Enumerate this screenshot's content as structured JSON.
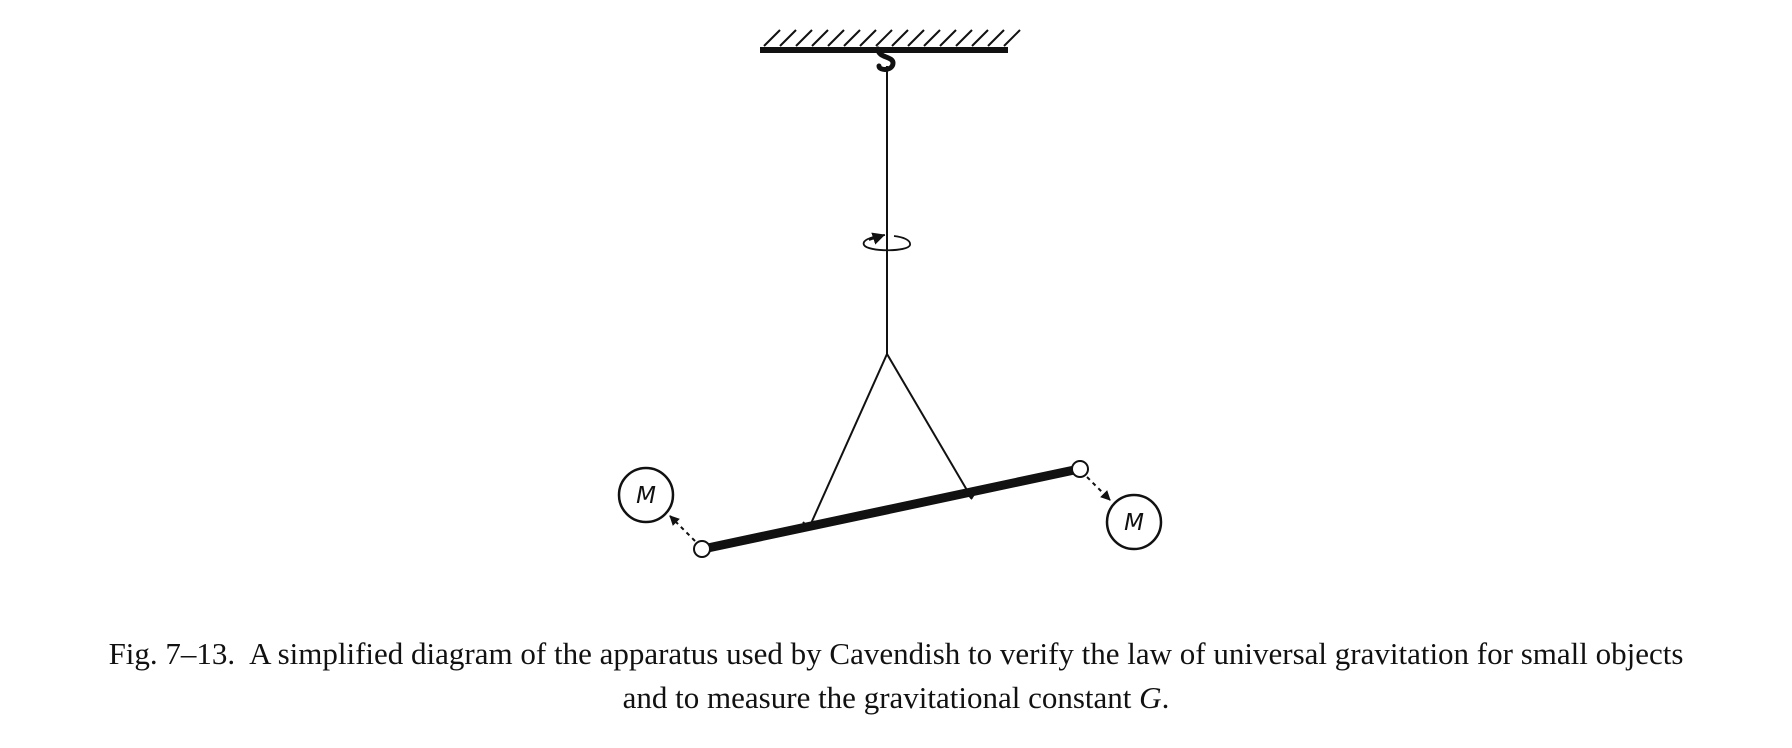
{
  "figure": {
    "mass_left_label": "M",
    "mass_right_label": "M",
    "colors": {
      "ink": "#111111",
      "background": "#ffffff"
    }
  },
  "caption": {
    "label": "Fig. 7–13.",
    "line1": "A simplified diagram of the apparatus used by Cavendish to verify the law of universal gravitation for small objects",
    "line2_text": "and to measure the gravitational constant ",
    "line2_symbol": "G",
    "line2_end": "."
  }
}
